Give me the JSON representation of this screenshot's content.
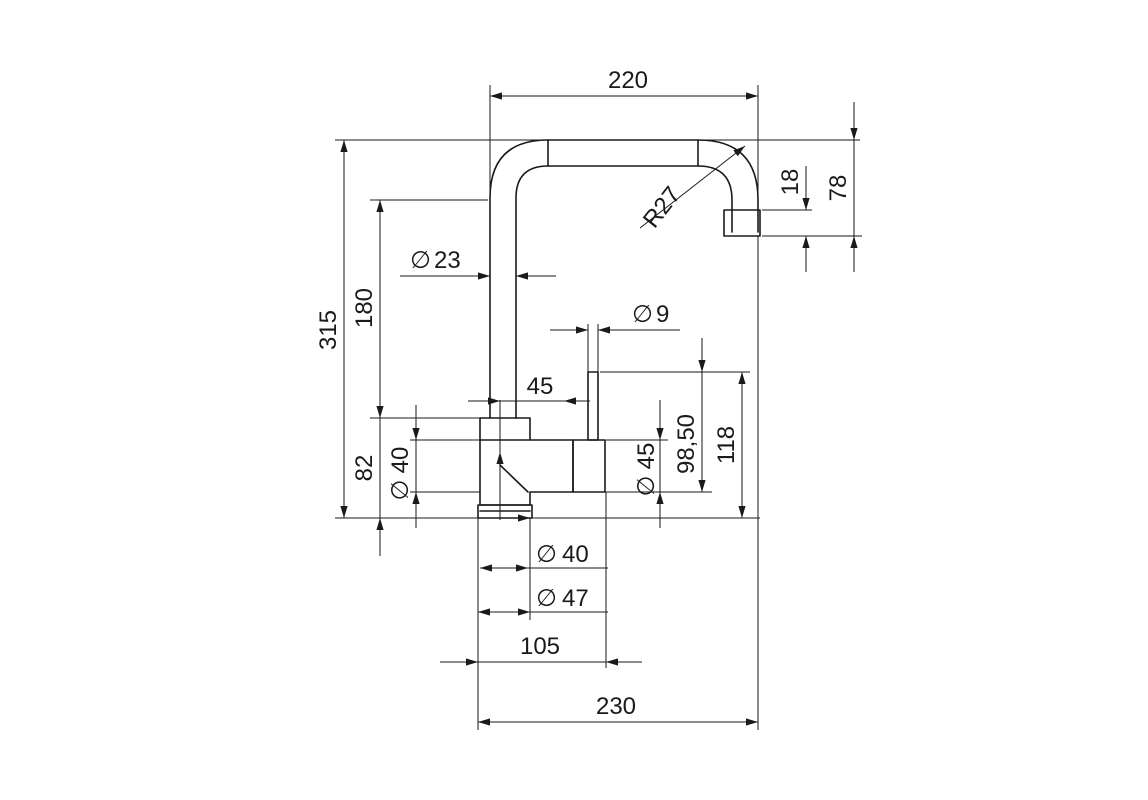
{
  "dimensions": {
    "width_top": "220",
    "height_total": "315",
    "height_spout": "180",
    "height_base": "82",
    "height_lever": "118",
    "height_lever_inner": "98,50",
    "height_outlet": "18",
    "height_outlet_total": "78",
    "radius_bend": "R27",
    "diam_spout": "23",
    "diam_lever": "9",
    "diam_body": "45",
    "diam_body_side": "40",
    "diam_base_inner": "40",
    "diam_base_outer": "47",
    "offset_lever": "45",
    "depth_base": "105",
    "width_total": "230"
  },
  "symbols": {
    "diameter": "∅"
  }
}
